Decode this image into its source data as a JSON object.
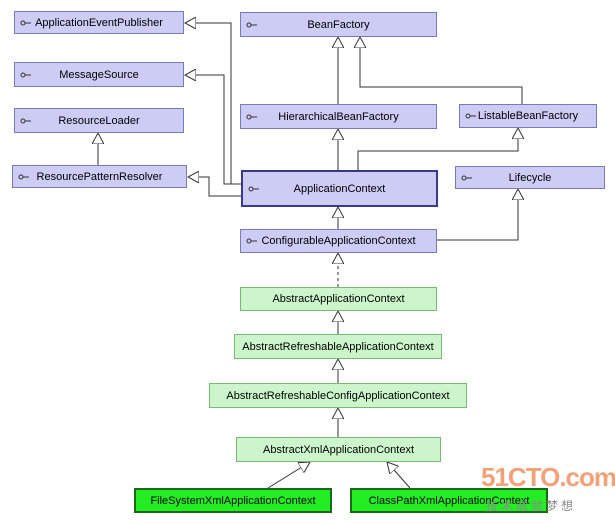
{
  "nodes": {
    "ApplicationEventPublisher": "ApplicationEventPublisher",
    "MessageSource": "MessageSource",
    "ResourceLoader": "ResourceLoader",
    "ResourcePatternResolver": "ResourcePatternResolver",
    "BeanFactory": "BeanFactory",
    "HierarchicalBeanFactory": "HierarchicalBeanFactory",
    "ListableBeanFactory": "ListableBeanFactory",
    "ApplicationContext": "ApplicationContext",
    "Lifecycle": "Lifecycle",
    "ConfigurableApplicationContext": "ConfigurableApplicationContext",
    "AbstractApplicationContext": "AbstractApplicationContext",
    "AbstractRefreshableApplicationContext": "AbstractRefreshableApplicationContext",
    "AbstractRefreshableConfigApplicationContext": "AbstractRefreshableConfigApplicationContext",
    "AbstractXmlApplicationContext": "AbstractXmlApplicationContext",
    "FileSystemXmlApplicationContext": "FileSystemXmlApplicationContext",
    "ClassPathXmlApplicationContext": "ClassPathXmlApplicationContext"
  },
  "watermark": {
    "logo": "51CTO.com",
    "tagline": "技术成就梦想"
  },
  "colors": {
    "interface": "#ccccf5",
    "abstract": "#ccf5cc",
    "concrete": "#22ee22",
    "line": "#333333"
  }
}
